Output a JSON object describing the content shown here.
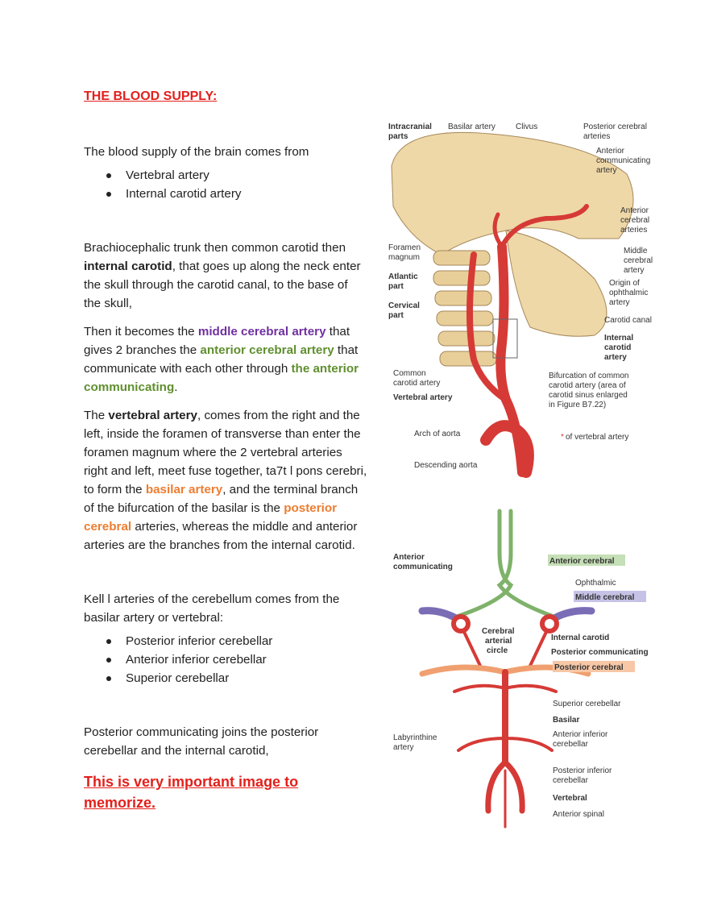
{
  "heading": "THE BLOOD SUPPLY:",
  "intro": "The blood supply of the brain comes from",
  "sources": [
    "Vertebral artery",
    "Internal carotid artery"
  ],
  "p_brachio": {
    "t1": "Brachiocephalic trunk then common carotid then ",
    "b1": "internal carotid",
    "t2": ", that goes up along the neck enter the skull through the carotid canal, to the base of the skull,"
  },
  "p_middle": {
    "t1": "Then it becomes the ",
    "mca": "middle cerebral artery",
    "t2": " that gives 2 branches the ",
    "aca": "anterior cerebral artery",
    "t3": " that communicate with each other through ",
    "acom": "the anterior communicating",
    "t4": "."
  },
  "p_vertebral": {
    "t1": "The ",
    "b1": "vertebral artery",
    "t2": ", comes from the right and the left, inside the foramen of transverse than enter the foramen magnum where the 2 vertebral arteries right and left, meet fuse together, ta7t l pons cerebri, to form the ",
    "basilar": "basilar artery",
    "t3": ", and the terminal branch of the bifurcation of the basilar is the ",
    "pca": "posterior cerebral",
    "t4": " arteries, whereas the middle and anterior arteries are the branches from the internal carotid."
  },
  "p_cerebellum": "Kell l arteries of the cerebellum comes from the basilar artery or vertebral:",
  "cerebellar": [
    "Posterior inferior cerebellar",
    "Anterior inferior cerebellar",
    "Superior cerebellar"
  ],
  "p_pcom": "Posterior communicating joins the posterior cerebellar and the internal carotid,",
  "important": "This is very important image to memorize.",
  "figure1": {
    "labels": {
      "intracranial": "Intracranial",
      "parts": "parts",
      "basilar": "Basilar artery",
      "clivus": "Clivus",
      "pca": "Posterior cerebral",
      "pca2": "arteries",
      "acom1": "Anterior",
      "acom2": "communicating",
      "acom3": "artery",
      "aca1": "Anterior",
      "aca2": "cerebral",
      "aca3": "arteries",
      "foramen1": "Foramen",
      "foramen2": "magnum",
      "mca1": "Middle",
      "mca2": "cerebral",
      "mca3": "artery",
      "atlantic1": "Atlantic",
      "atlantic2": "part",
      "origin1": "Origin of",
      "origin2": "ophthalmic",
      "origin3": "artery",
      "cervical1": "Cervical",
      "cervical2": "part",
      "canal": "Carotid canal",
      "ica1": "Internal",
      "ica2": "carotid",
      "ica3": "artery",
      "common1": "Common",
      "common2": "carotid artery",
      "vertebral": "Vertebral artery",
      "bif1": "Bifurcation of common",
      "bif2": "carotid artery (area of",
      "bif3": "carotid sinus enlarged",
      "bif4": "in Figure B7.22)",
      "arch": "Arch of aorta",
      "star_note": "of vertebral artery",
      "desc": "Descending aorta"
    }
  },
  "figure2": {
    "labels": {
      "acom1": "Anterior",
      "acom2": "communicating",
      "aca": "Anterior cerebral",
      "ophthalmic": "Ophthalmic",
      "mca": "Middle cerebral",
      "circle1": "Cerebral",
      "circle2": "arterial",
      "circle3": "circle",
      "ica": "Internal carotid",
      "pcom": "Posterior communicating",
      "pca": "Posterior cerebral",
      "sup": "Superior cerebellar",
      "basilar": "Basilar",
      "aic1": "Anterior inferior",
      "aic2": "cerebellar",
      "lab1": "Labyrinthine",
      "lab2": "artery",
      "pic1": "Posterior inferior",
      "pic2": "cerebellar",
      "vertebral": "Vertebral",
      "spinal": "Anterior spinal"
    }
  },
  "colors": {
    "heading": "#e3201b",
    "purple": "#7030a0",
    "green": "#5f8f2e",
    "orange": "#ed7d31",
    "artery": "#d63a36",
    "bone": "#efd8a8"
  }
}
